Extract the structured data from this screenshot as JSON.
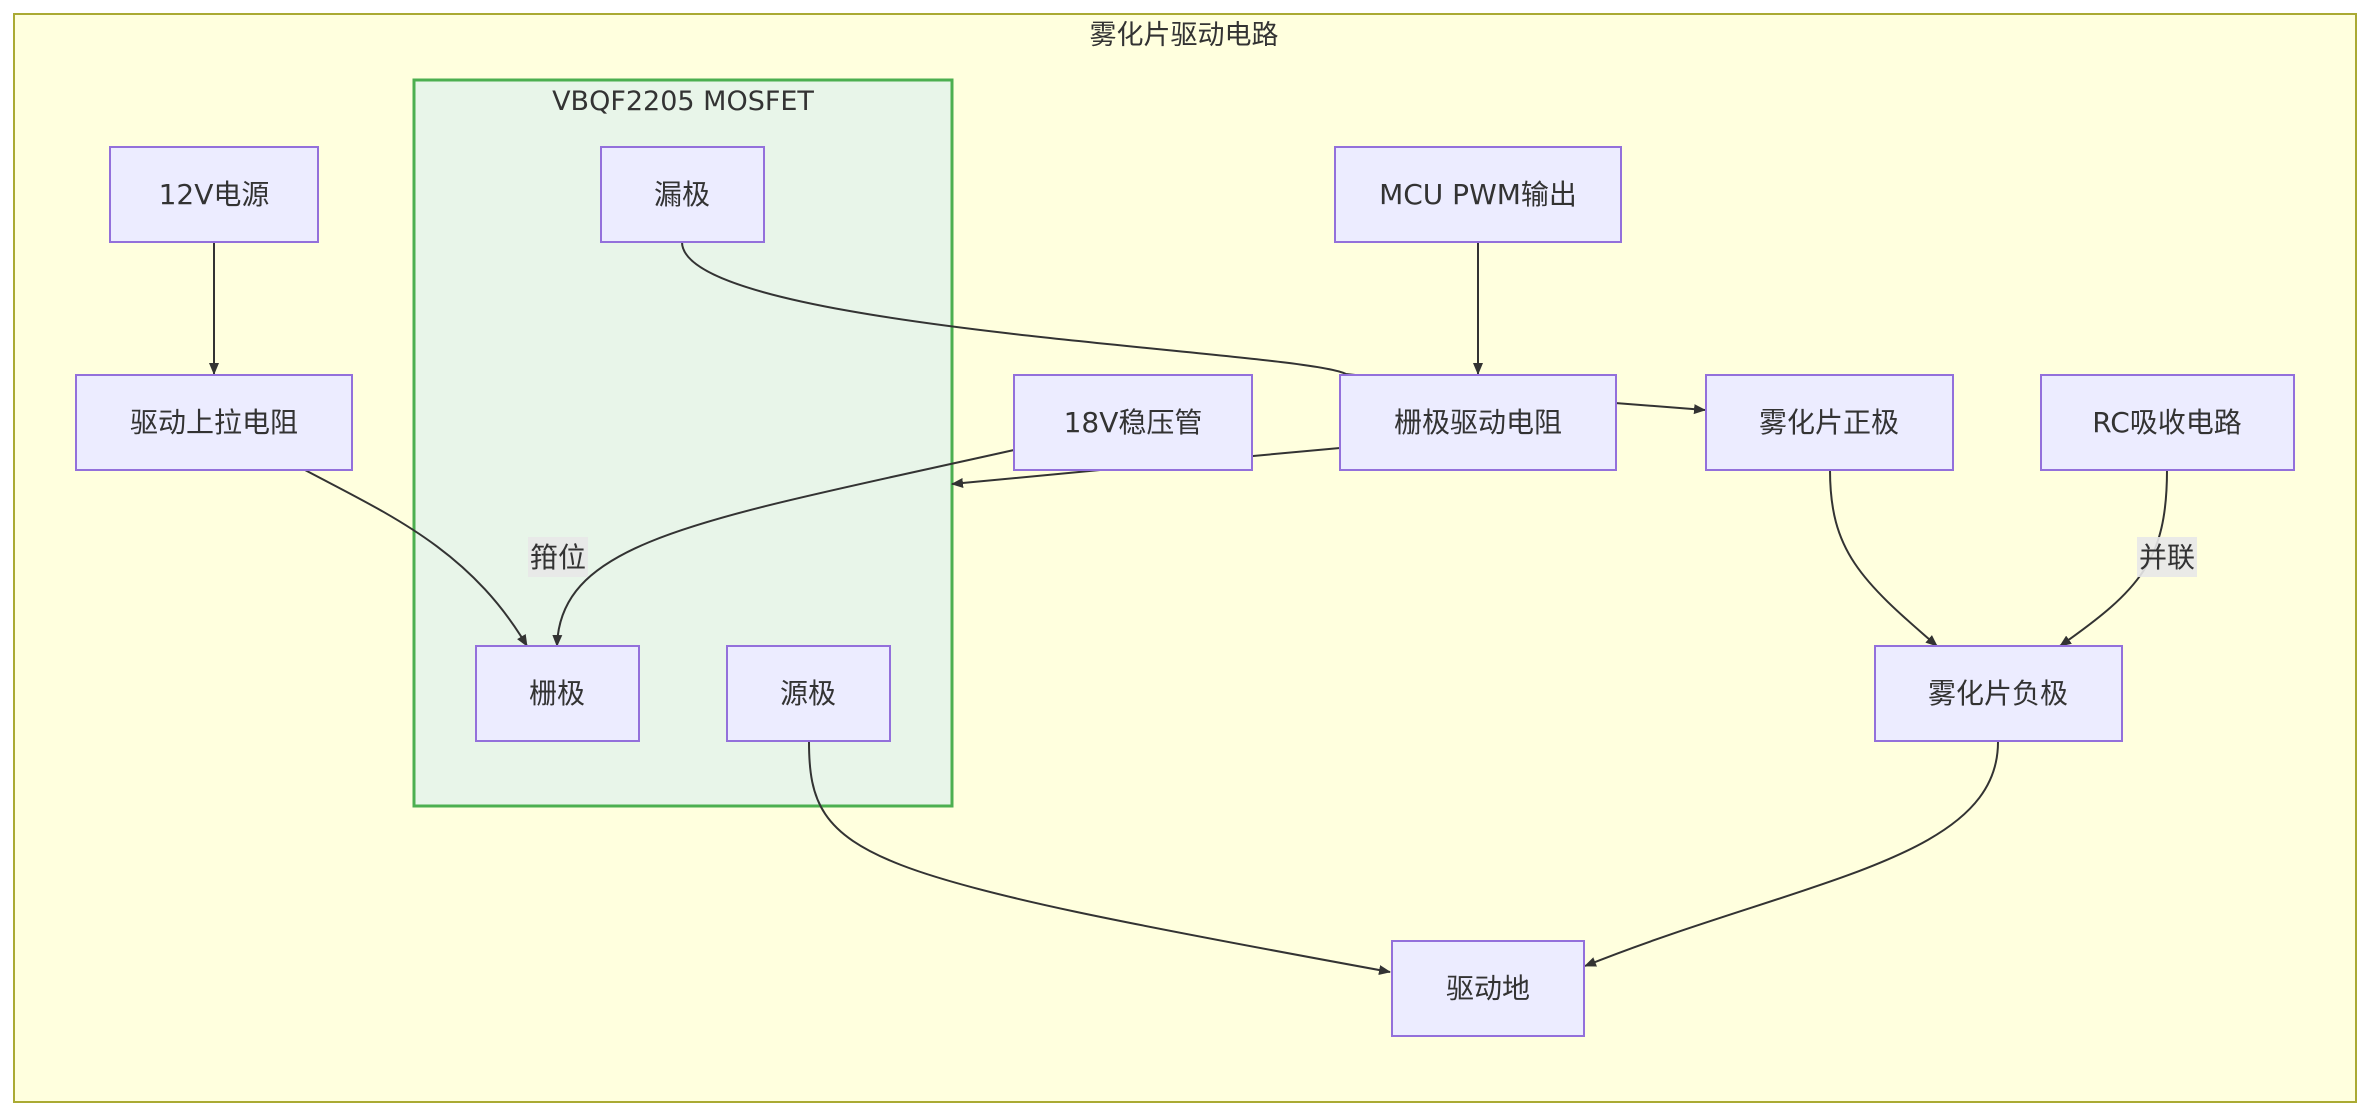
{
  "diagram": {
    "title": "雾化片驱动电路",
    "subgraph_title": "VBQF2205 MOSFET",
    "colors": {
      "outer_fill": "#ffffde",
      "outer_stroke": "#aaaa33",
      "subgraph_fill": "#e8f5e9",
      "subgraph_stroke": "#4caf50",
      "node_fill": "#ececff",
      "node_stroke": "#9370db",
      "edge": "#333333",
      "text": "#333333"
    },
    "nodes": {
      "power12v": "12V电源",
      "pullup_resistor": "驱动上拉电阻",
      "drain": "漏极",
      "gate": "栅极",
      "source": "源极",
      "mcu_pwm": "MCU PWM输出",
      "zener18v": "18V稳压管",
      "gate_resistor": "栅极驱动电阻",
      "piezo_positive": "雾化片正极",
      "rc_snubber": "RC吸收电路",
      "piezo_negative": "雾化片负极",
      "drive_ground": "驱动地"
    },
    "edge_labels": {
      "clamp": "箝位",
      "parallel": "并联"
    }
  }
}
